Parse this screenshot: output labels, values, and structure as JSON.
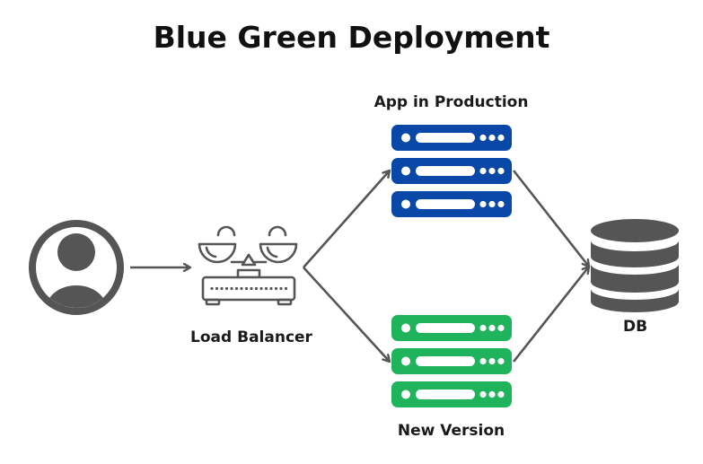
{
  "title": "Blue Green Deployment",
  "nodes": {
    "user": {
      "icon": "user-icon"
    },
    "load_balancer": {
      "label": "Load Balancer",
      "icon": "load-balancer-icon"
    },
    "production": {
      "label": "App in Production",
      "icon": "server-stack-icon",
      "color": "#0a48a8",
      "servers": 3
    },
    "new_version": {
      "label": "New Version",
      "icon": "server-stack-icon",
      "color": "#1fb45c",
      "servers": 3
    },
    "db": {
      "label": "DB",
      "icon": "database-icon"
    }
  },
  "edges": [
    {
      "from": "user",
      "to": "load_balancer"
    },
    {
      "from": "load_balancer",
      "to": "production"
    },
    {
      "from": "load_balancer",
      "to": "new_version"
    },
    {
      "from": "production",
      "to": "db"
    },
    {
      "from": "new_version",
      "to": "db"
    }
  ],
  "colors": {
    "icon_gray": "#555555",
    "arrow": "#555555"
  }
}
